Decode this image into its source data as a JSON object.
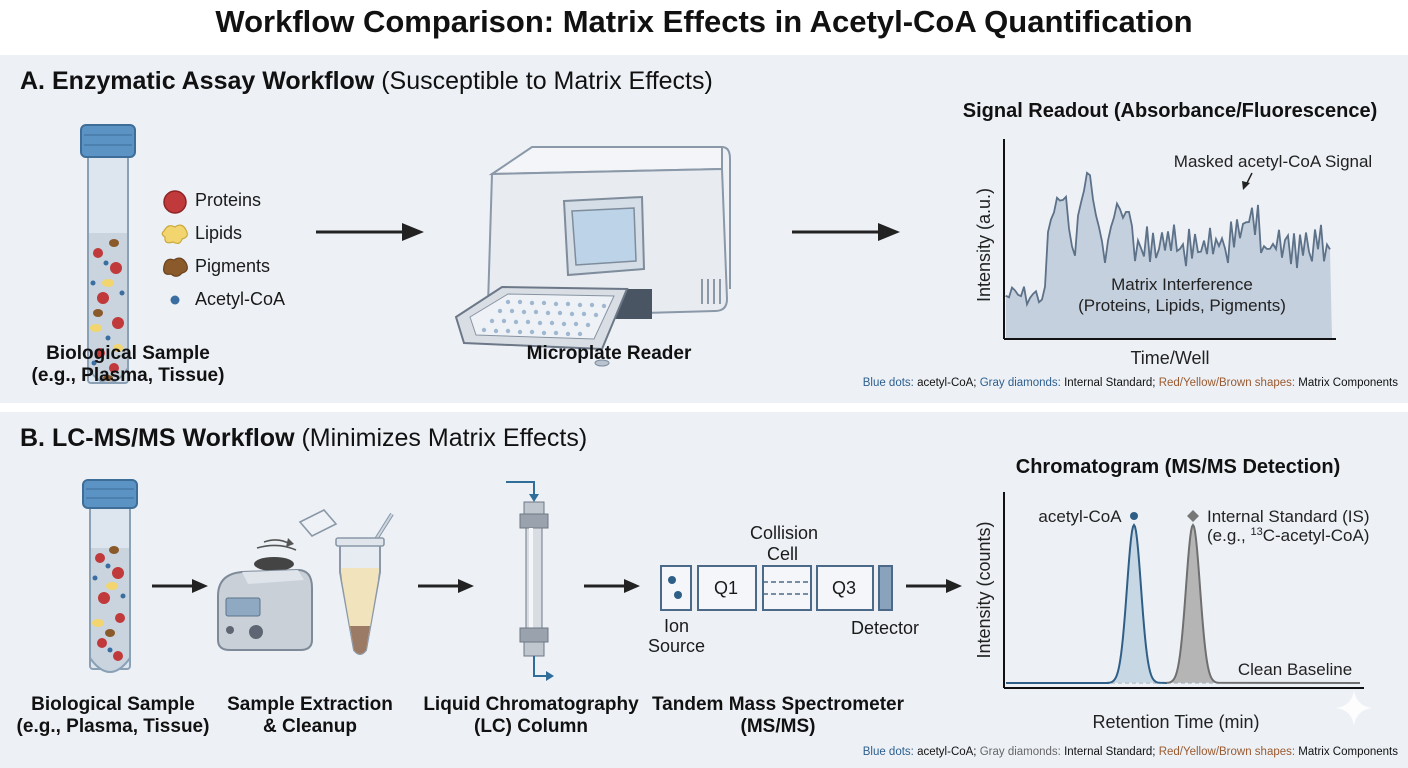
{
  "title": "Workflow Comparison: Matrix Effects in Acetyl-CoA Quantification",
  "section_a": {
    "heading_bold": "A. Enzymatic Assay Workflow",
    "heading_rest": " (Susceptible to Matrix Effects)",
    "sample_label_1": "Biological Sample",
    "sample_label_2": "(e.g., Plasma, Tissue)",
    "legend": [
      {
        "label": "Proteins",
        "icon": "red-circle-icon",
        "color": "#c0393b"
      },
      {
        "label": "Lipids",
        "icon": "yellow-blob-icon",
        "color": "#f2d56e"
      },
      {
        "label": "Pigments",
        "icon": "brown-blob-icon",
        "color": "#8b5a2b"
      },
      {
        "label": "Acetyl-CoA",
        "icon": "blue-dot-icon",
        "color": "#3a6ea0"
      }
    ],
    "reader_label": "Microplate Reader",
    "chart_title": "Signal Readout (Absorbance/Fluorescence)",
    "ylabel": "Intensity (a.u.)",
    "xlabel": "Time/Well",
    "annotation_masked": "Masked acetyl-CoA Signal",
    "annotation_matrix_1": "Matrix Interference",
    "annotation_matrix_2": "(Proteins, Lipids, Pigments)",
    "footnote": {
      "p1": "Blue dots:",
      "p2": " acetyl-CoA; ",
      "p3": "Gray diamonds:",
      "p4": " Internal Standard; ",
      "p5": "Red/Yellow/Brown shapes:",
      "p6": " Matrix Components"
    }
  },
  "section_b": {
    "heading_bold": "B. LC-MS/MS Workflow",
    "heading_rest": " (Minimizes Matrix Effects)",
    "steps": [
      {
        "line1": "Biological Sample",
        "line2": "(e.g., Plasma, Tissue)"
      },
      {
        "line1": "Sample Extraction",
        "line2": "& Cleanup"
      },
      {
        "line1": "Liquid Chromatography",
        "line2": "(LC) Column"
      },
      {
        "line1": "Tandem Mass Spectrometer",
        "line2": "(MS/MS)"
      }
    ],
    "ms": {
      "q1": "Q1",
      "q3": "Q3",
      "collision_1": "Collision",
      "collision_2": "Cell",
      "ion_1": "Ion",
      "ion_2": "Source",
      "detector": "Detector"
    },
    "chart_title": "Chromatogram (MS/MS Detection)",
    "ylabel": "Intensity (counts)",
    "xlabel": "Retention Time (min)",
    "peak1_label": "acetyl-CoA",
    "peak2_label_1": "Internal Standard (IS)",
    "peak2_label_2a": "(e.g., ",
    "peak2_label_sup": "13",
    "peak2_label_2b": "C-acetyl-CoA)",
    "baseline_label": "Clean Baseline",
    "footnote": {
      "p1": "Blue dots:",
      "p2": " acetyl-CoA; ",
      "p3": "Gray diamonds:",
      "p4": " Internal Standard; ",
      "p5": "Red/Yellow/Brown shapes:",
      "p6": " Matrix Components"
    }
  },
  "colors": {
    "panel_bg": "#edf1f6",
    "signal_fill": "#c5d0de",
    "signal_line": "#5d7188",
    "peak_blue": "#2f5f86",
    "peak_gray": "#8a8a8a"
  }
}
